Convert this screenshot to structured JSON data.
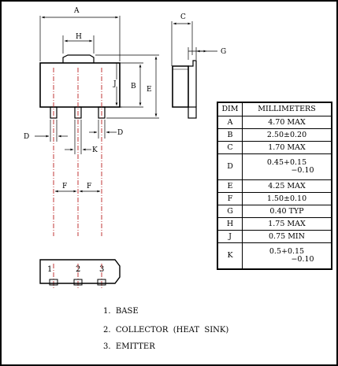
{
  "dimensions": {
    "A": "A",
    "B": "B",
    "C": "C",
    "D": "D",
    "E": "E",
    "F": "F",
    "G": "G",
    "H": "H",
    "J": "J",
    "K": "K"
  },
  "pins": [
    "1",
    "2",
    "3"
  ],
  "table": {
    "header": [
      "DIM",
      "MILLIMETERS"
    ],
    "rows": [
      {
        "dim": "A",
        "value": [
          "4.70  MAX"
        ]
      },
      {
        "dim": "B",
        "value": [
          "2.50±0.20"
        ]
      },
      {
        "dim": "C",
        "value": [
          "1.70  MAX"
        ]
      },
      {
        "dim": "D",
        "value": [
          "0.45+0.15",
          "−0.10"
        ]
      },
      {
        "dim": "E",
        "value": [
          "4.25  MAX"
        ]
      },
      {
        "dim": "F",
        "value": [
          "1.50±0.10"
        ]
      },
      {
        "dim": "G",
        "value": [
          "0.40  TYP"
        ]
      },
      {
        "dim": "H",
        "value": [
          "1.75  MAX"
        ]
      },
      {
        "dim": "J",
        "value": [
          "0.75  MIN"
        ]
      },
      {
        "dim": "K",
        "value": [
          "0.5+0.15",
          "−0.10"
        ]
      }
    ]
  },
  "legend": [
    "1.  BASE",
    "2.  COLLECTOR  (HEAT  SINK)",
    "3.  EMITTER"
  ]
}
